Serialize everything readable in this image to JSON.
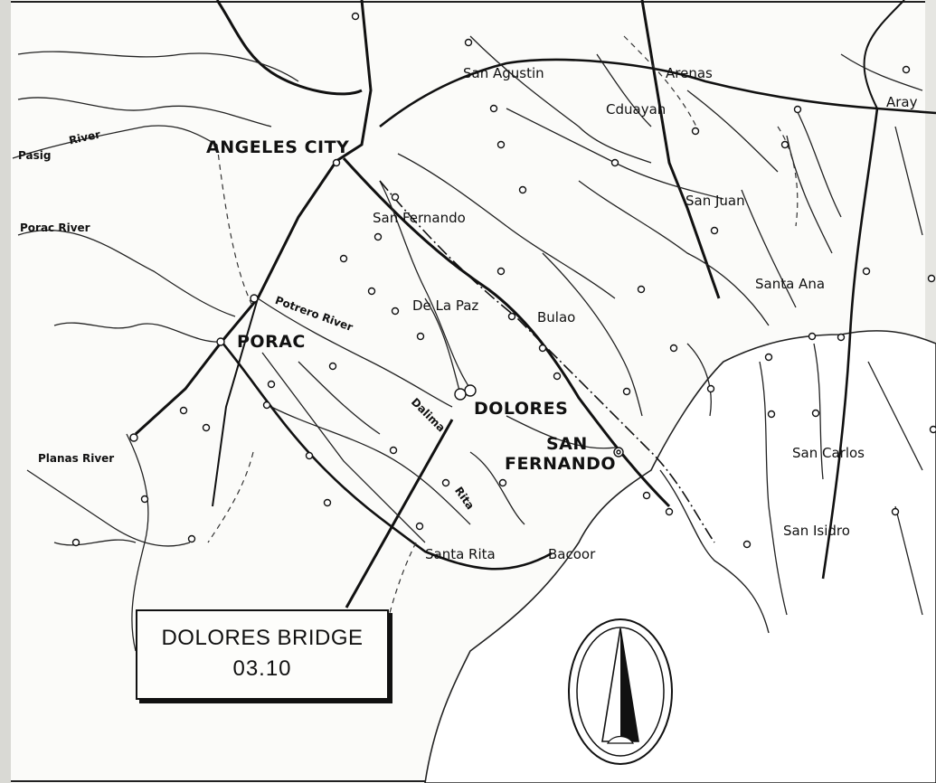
{
  "map": {
    "places": {
      "angeles_city": "ANGELES CITY",
      "san_agustin": "San Agustin",
      "arenas": "Arenas",
      "arayat": "Aray",
      "cduayan": "Cduayan",
      "san_juan": "San Juan",
      "san_fernando_north": "San Fernando",
      "de_la_paz": "De La Paz",
      "bulao": "Bulao",
      "santa_ana": "Santa Ana",
      "porac": "PORAC",
      "dolores": "DOLORES",
      "san_fernando_city_line1": "SAN",
      "san_fernando_city_line2": "FERNANDO",
      "san_carlos": "San Carlos",
      "san_isidro": "San Isidro",
      "santa_rita": "Santa Rita",
      "bacoor": "Bacoor"
    },
    "rivers": {
      "pasig_label": "Pasig",
      "river_upper": "River",
      "porac_river": "Porac River",
      "potrero_river": "Potrero River",
      "planas_river": "Planas River",
      "dalima": "Dalima",
      "rita_label": "Rita"
    },
    "legend": {
      "line1": "DOLORES BRIDGE",
      "line2": "03.10"
    },
    "north_arrow_icon": "north-arrow-icon"
  }
}
